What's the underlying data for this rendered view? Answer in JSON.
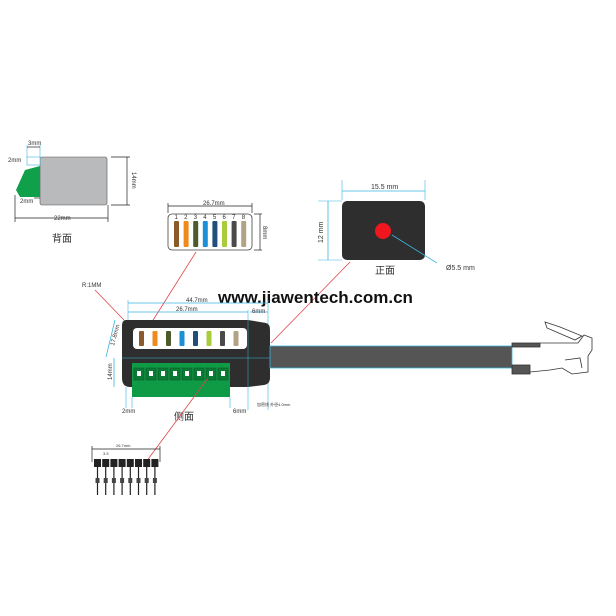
{
  "website": "www.jiawentech.com.cn",
  "back_view": {
    "label": "背面",
    "dims": {
      "top": "3mm",
      "left_top": "2mm",
      "left_bottom": "2mm",
      "width": "22mm",
      "height": "14mm"
    }
  },
  "window_detail": {
    "dim_width": "26.7mm",
    "dim_height": "8mm",
    "pin_numbers": [
      "1",
      "2",
      "3",
      "4",
      "5",
      "6",
      "7",
      "8"
    ]
  },
  "front_view": {
    "label": "正面",
    "dim_width": "15.5 mm",
    "dim_height": "12 mm",
    "hole_diameter": "Ø5.5 mm"
  },
  "side_view": {
    "label": "侧面",
    "radius": "R:1MM",
    "dim_total": "44.7mm",
    "dim_body": "26.7mm",
    "dim_nose": "6mm",
    "dim_height_upper": "17.8mm",
    "dim_height_lower": "14mm",
    "dim_left": "2mm",
    "dim_right": "6mm",
    "cable_note": "加密线 外径4.0mm"
  },
  "terminal_detail": {
    "dim_width": "26.7mm",
    "dim_pitch": "3.5"
  },
  "colors": {
    "body": "#2e2e2e",
    "terminal_green": "#0f9a45",
    "hole_red": "#f0161e",
    "dim_blue": "#3bb5e0",
    "leader_red": "#e0454a",
    "cable": "#555555",
    "wires": [
      "#8a5a2b",
      "#f08a1e",
      "#4c5a2c",
      "#1c8fd6",
      "#1f4f7a",
      "#a9cc3a",
      "#4a4a4a",
      "#b3a285"
    ]
  }
}
